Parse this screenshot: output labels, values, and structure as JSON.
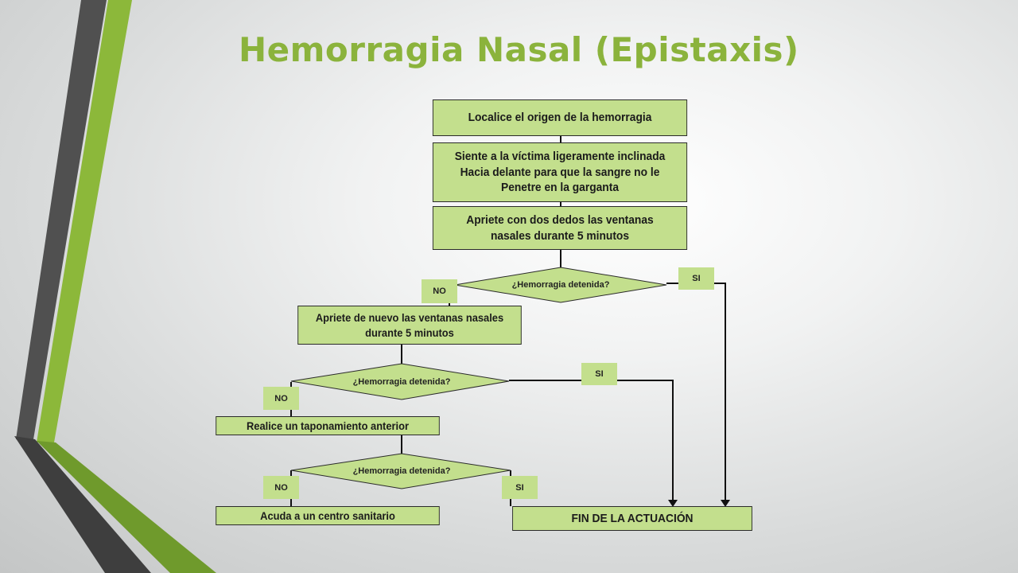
{
  "slide": {
    "title": "Hemorragia Nasal (Epistaxis)"
  },
  "flowchart": {
    "steps": {
      "locate": "Localice el origen de la hemorragia",
      "sit_line1": "Siente a la víctima ligeramente inclinada",
      "sit_line2": "Hacia delante para que la sangre no le",
      "sit_line3": "Penetre en la garganta",
      "press_line1": "Apriete con dos dedos las ventanas",
      "press_line2": "nasales durante 5 minutos",
      "press_again_line1": "Apriete de nuevo las ventanas nasales",
      "press_again_line2": "durante 5 minutos",
      "packing": "Realice un taponamiento anterior",
      "health_center": "Acuda a un centro sanitario",
      "end": "FIN DE LA ACTUACIÓN"
    },
    "decisions": [
      {
        "question": "¿Hemorragia detenida?",
        "no_label": "NO",
        "yes_label": "SI"
      },
      {
        "question": "¿Hemorragia detenida?",
        "no_label": "NO",
        "yes_label": "SI"
      },
      {
        "question": "¿Hemorragia detenida?",
        "no_label": "NO",
        "yes_label": "SI"
      }
    ]
  },
  "colors": {
    "title": "#8bb33c",
    "box_fill": "#c3df8d",
    "accent_green": "#8cb83a",
    "accent_dark": "#4a4a4a"
  }
}
